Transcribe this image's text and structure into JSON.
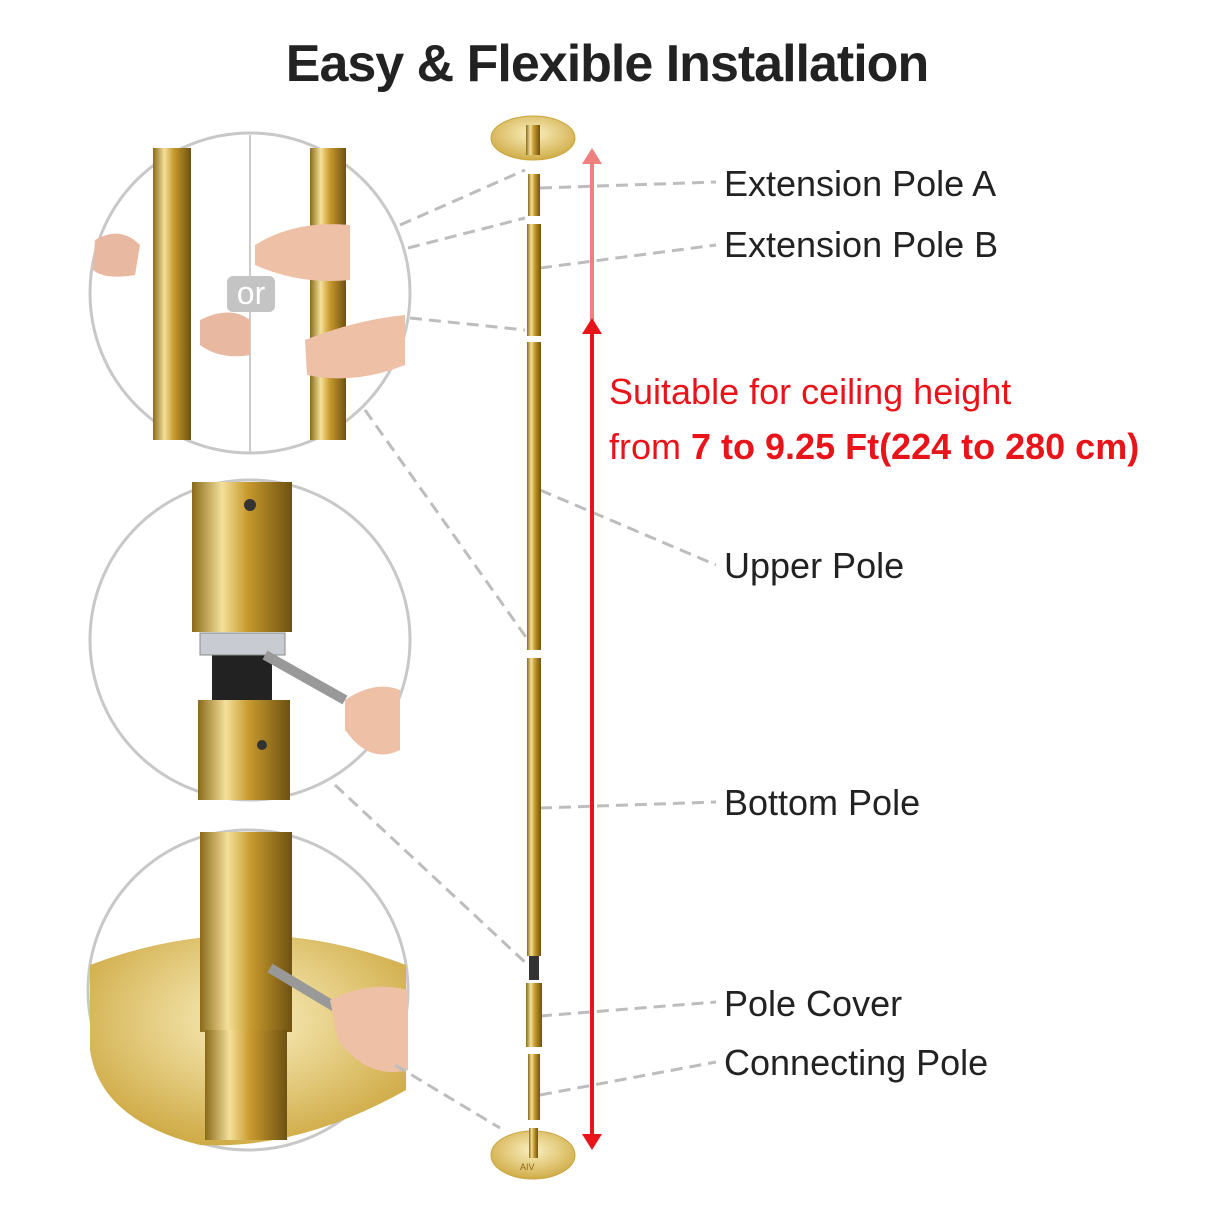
{
  "title": "Easy & Flexible Installation",
  "labels": {
    "extension_a": "Extension Pole A",
    "extension_b": "Extension Pole B",
    "upper": "Upper Pole",
    "bottom": "Bottom Pole",
    "cover": "Pole Cover",
    "connecting": "Connecting Pole"
  },
  "height_note": {
    "line1": "Suitable for ceiling height",
    "line2_prefix": "from ",
    "line2_bold": "7 to 9.25 Ft(224 to 280 cm)"
  },
  "detail_badge": "or",
  "logo_text": "AIV",
  "colors": {
    "accent_red": "#e8141a",
    "light_red": "#f08080",
    "gold": "#d4b34a",
    "text": "#222222"
  }
}
